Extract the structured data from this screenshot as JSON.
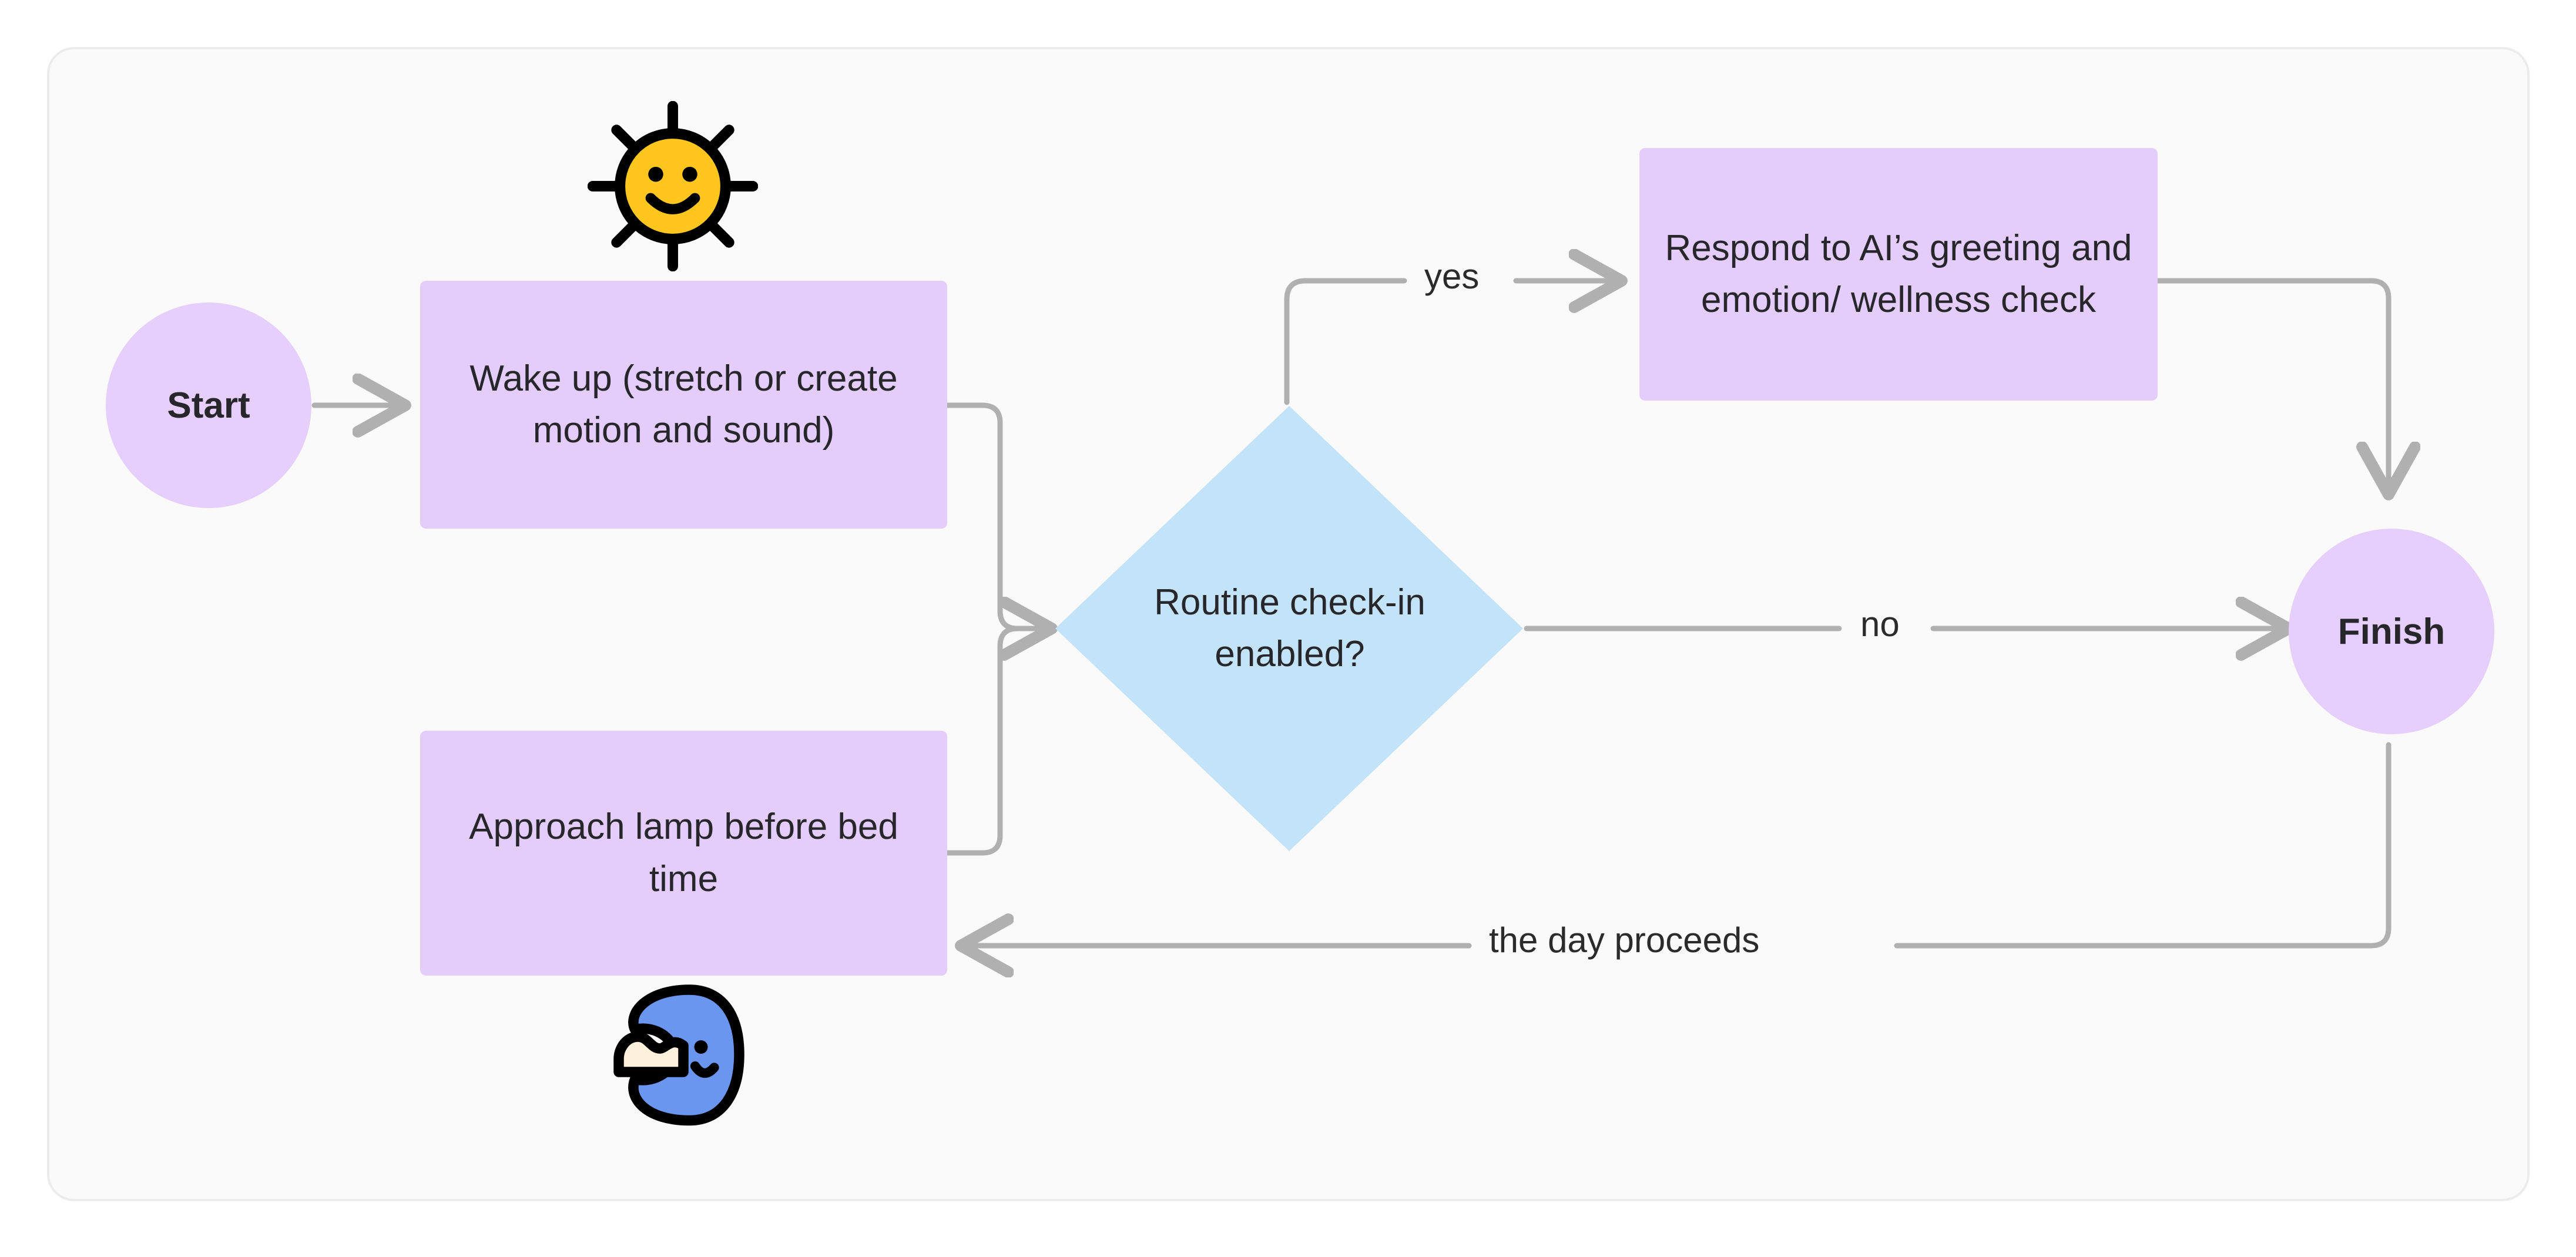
{
  "diagram": {
    "title": "Daily routine flowchart",
    "background_color": "#fafafa",
    "border_color": "#ececec",
    "edge_color": "#b0b0b0",
    "text_color": "#27262b",
    "nodes": [
      {
        "id": "start",
        "shape": "circle",
        "label": "Start",
        "color": "#e6cefd"
      },
      {
        "id": "wake-up",
        "shape": "rect",
        "label": "Wake up (stretch or create motion and sound)",
        "color": "#e4cdfb"
      },
      {
        "id": "approach-lamp",
        "shape": "rect",
        "label": "Approach lamp before bed time",
        "color": "#e4cdfb"
      },
      {
        "id": "routine-check",
        "shape": "diamond",
        "label": "Routine check-in enabled?",
        "color": "#c3e3f9"
      },
      {
        "id": "respond-ai",
        "shape": "rect",
        "label": "Respond to AI’s greeting and emotion/ wellness check",
        "color": "#e4cdfb"
      },
      {
        "id": "finish",
        "shape": "circle",
        "label": "Finish",
        "color": "#e6cefd"
      }
    ],
    "edges": [
      {
        "id": "start-to-wake",
        "from": "start",
        "to": "wake-up",
        "label": ""
      },
      {
        "id": "wake-to-decision",
        "from": "wake-up",
        "to": "routine-check",
        "label": ""
      },
      {
        "id": "lamp-to-decision",
        "from": "approach-lamp",
        "to": "routine-check",
        "label": ""
      },
      {
        "id": "decision-yes",
        "from": "routine-check",
        "to": "respond-ai",
        "label": "yes"
      },
      {
        "id": "decision-no",
        "from": "routine-check",
        "to": "finish",
        "label": "no"
      },
      {
        "id": "respond-to-finish",
        "from": "respond-ai",
        "to": "finish",
        "label": ""
      },
      {
        "id": "finish-to-lamp",
        "from": "finish",
        "to": "approach-lamp",
        "label": "the day proceeds"
      }
    ],
    "icons": [
      {
        "id": "sun-icon",
        "name": "smiling-sun-icon",
        "body_color": "#ffc61e",
        "stroke_color": "#000000"
      },
      {
        "id": "moon-icon",
        "name": "sleeping-moon-icon",
        "body_color": "#6b96ef",
        "cap_color": "#fdf1dc",
        "stroke_color": "#000000"
      }
    ]
  },
  "labels": {
    "start": "Start",
    "wake_up": "Wake up (stretch or create motion and sound)",
    "approach_lamp": "Approach lamp before bed time",
    "routine_check": "Routine check-in enabled?",
    "respond_ai": "Respond to AI’s greeting and emotion/ wellness check",
    "finish": "Finish",
    "yes": "yes",
    "no": "no",
    "the_day_proceeds": "the day proceeds"
  }
}
